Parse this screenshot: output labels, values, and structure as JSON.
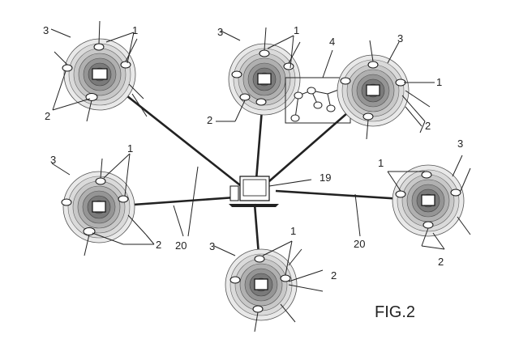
{
  "figure": {
    "label": "FIG.2"
  },
  "labels": {
    "node_a_3": "3",
    "node_a_1": "1",
    "node_a_2": "2",
    "node_b_3": "3",
    "node_b_1": "1",
    "node_b_2": "2",
    "node_c_4": "4",
    "node_c_3": "3",
    "node_c_1": "1",
    "node_c_2": "2",
    "node_d_3": "3",
    "node_d_1": "1",
    "node_d_2": "2",
    "node_e_3": "3",
    "node_e_1": "1",
    "node_e_2": "2",
    "node_f_3": "3",
    "node_f_1": "1",
    "node_f_2": "2",
    "center_19": "19",
    "link_20_left": "20",
    "link_20_right": "20"
  },
  "colors": {
    "ink": "#222222",
    "ring_outer": "#e6e6e6",
    "ring_mid": "#bdbdbd",
    "ring_inner": "#8a8a8a",
    "core": "#5c5c5c"
  }
}
